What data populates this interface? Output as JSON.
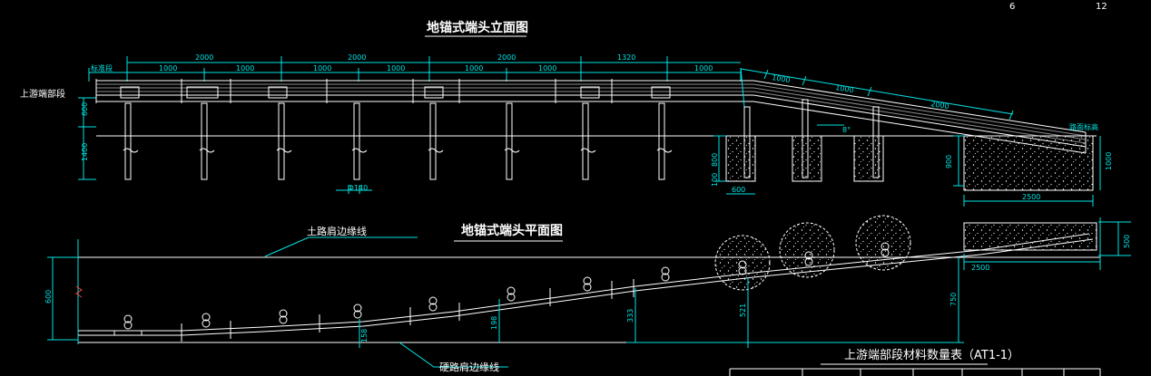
{
  "corner": {
    "page_a": "6",
    "page_b": "12"
  },
  "elevation": {
    "title": "地锚式端头立面图",
    "section_label": "上游端部段",
    "start_label": "标准段",
    "end_label": "路面标高",
    "top_dims": [
      "2000",
      "2000",
      "2000",
      "1320"
    ],
    "sub_dims": [
      "1000",
      "1000",
      "1000",
      "1000",
      "1000",
      "1000",
      "1000"
    ],
    "slope_dims": [
      "1000",
      "1000",
      "2000"
    ],
    "left_dims": [
      "600",
      "1400"
    ],
    "angle": "8°",
    "post_width": "Ф140",
    "fdn_height": "800",
    "fdn_offset": "100",
    "fdn_width": "600",
    "anchor_height": "900",
    "anchor_depth": "1000",
    "anchor_len": "2500"
  },
  "plan": {
    "title": "地锚式端头平面图",
    "soil_line": "土路肩边缘线",
    "hard_line": "硬路肩边缘线",
    "left_dim": "600",
    "offsets": [
      "158",
      "198",
      "333",
      "521",
      "750"
    ],
    "anchor_len": "2500",
    "anchor_w": "500"
  },
  "table": {
    "title": "上游端部段材料数量表（AT1-1）"
  }
}
